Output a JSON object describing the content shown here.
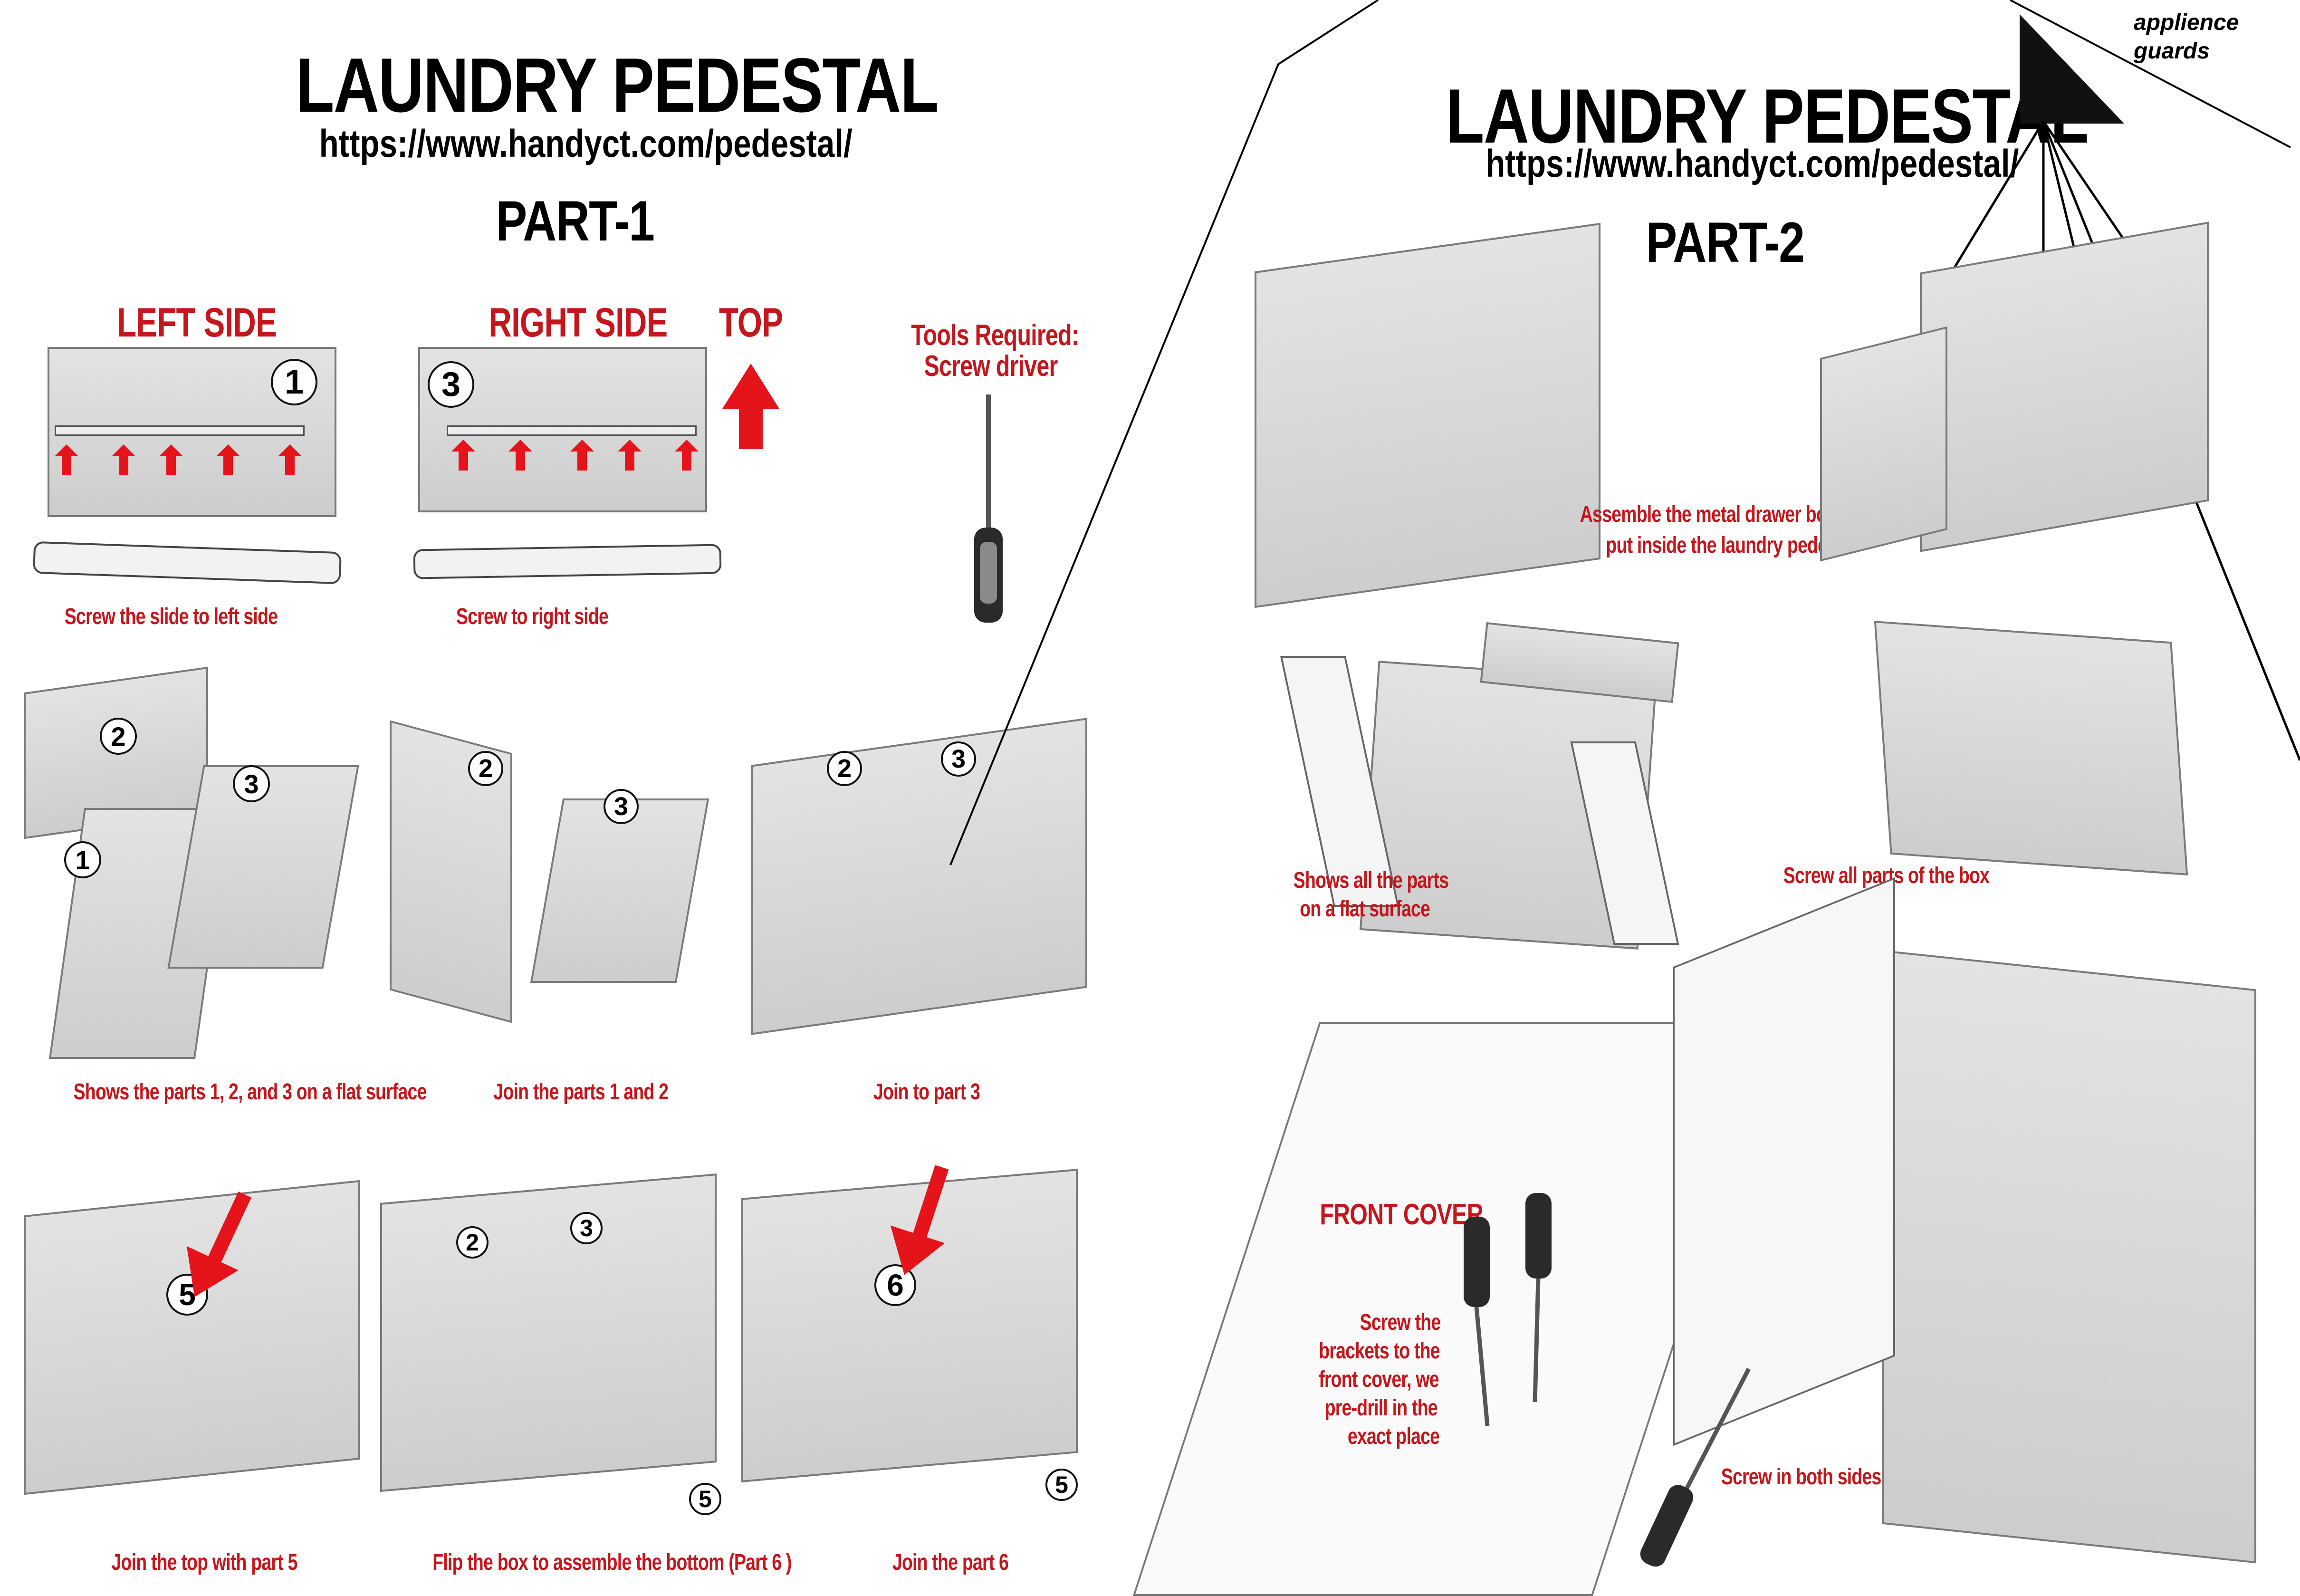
{
  "part1": {
    "title": "LAUNDRY PEDESTAL",
    "url": "https://www.handyct.com/pedestal/",
    "part": "PART-1",
    "left_side": "LEFT SIDE",
    "right_side": "RIGHT SIDE",
    "top": "TOP",
    "tools_line1": "Tools Required:",
    "tools_line2": "Screw driver",
    "cap_left_slide": "Screw the slide to  left side",
    "cap_right_slide": "Screw  to  right side",
    "cap_parts_flat": "Shows the parts 1, 2, and 3 on a flat surface",
    "cap_join_1_2": "Join the parts 1 and  2",
    "cap_join_3": "Join to  part  3",
    "cap_join_top": "Join the top with part 5",
    "cap_flip": "Flip the box to assemble the bottom (Part 6 )",
    "cap_join_6": "Join the part 6",
    "badges": {
      "b1": "1",
      "b2": "2",
      "b3": "3",
      "b5": "5",
      "b6": "6"
    }
  },
  "part2": {
    "title": "LAUNDRY PEDESTAL",
    "url": "https://www.handyct.com/pedestal/",
    "part": "PART-2",
    "cap_assemble_1": "Assemble the metal drawer box and",
    "cap_assemble_2": "put inside the laundry pedestal",
    "cap_flat_1": "Shows all the parts",
    "cap_flat_2": "on a flat surface",
    "cap_screw_box": "Screw all parts of the box",
    "front_cover": "FRONT COVER",
    "cap_brackets": [
      "Screw the",
      "brackets to the",
      "front cover, we",
      "pre-drill in the",
      "exact place"
    ],
    "cap_both_sides": "Screw in both sides",
    "logo_line1": "applience",
    "logo_line2": "guards"
  },
  "colors": {
    "accent_red": "#c4161c",
    "arrow_red": "#e5141b"
  }
}
